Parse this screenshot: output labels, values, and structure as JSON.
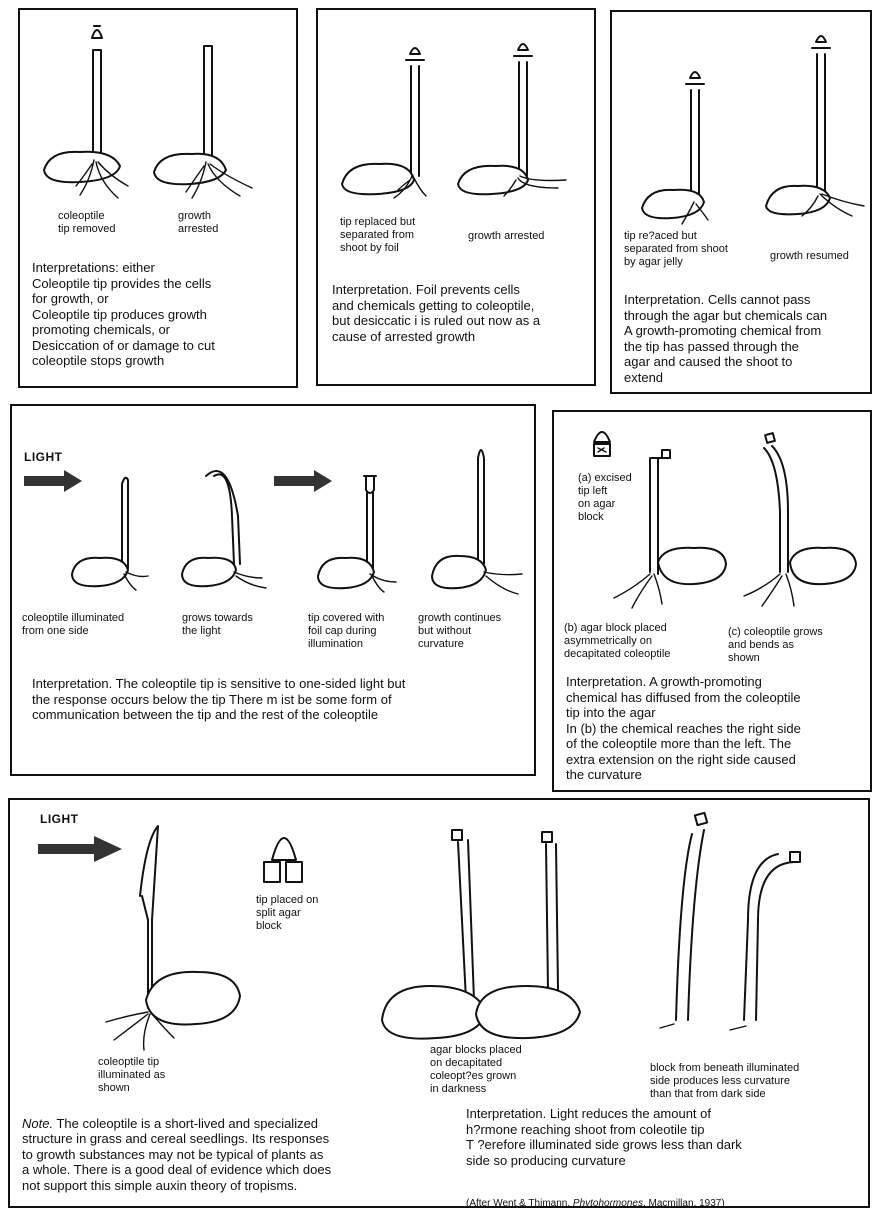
{
  "panel1": {
    "label_left": "coleoptile\ntip removed",
    "label_right": "growth\narrested",
    "interpretation": "Interpretations: either\n    Coleoptile tip provides the cells\n    for growth, or\n    Coleoptile tip produces growth\n    promoting chemicals, or\n    Desiccation of or damage to cut\n    coleoptile stops growth"
  },
  "panel2": {
    "label_left": "tip replaced but\nseparated from\nshoot by foil",
    "label_right": "growth arrested",
    "interpretation": "Interpretation. Foil prevents cells\nand chemicals getting to coleoptile,\nbut desiccatic i is ruled out now as a\ncause of arrested growth"
  },
  "panel3": {
    "label_left": "tip re?aced but\nseparated from shoot\nby agar jelly",
    "label_right": "growth resumed",
    "interpretation": "Interpretation. Cells cannot pass\nthrough the agar but chemicals can\nA growth-promoting chemical from\nthe tip has passed through the\nagar and caused the shoot to\nextend"
  },
  "panel4": {
    "light": "LIGHT",
    "label_1": "coleoptile illuminated\nfrom one side",
    "label_2": "grows towards\nthe light",
    "label_3": "tip covered with\nfoil cap during\nillumination",
    "label_4": "growth continues\nbut without\ncurvature",
    "interpretation": "Interpretation. The coleoptile tip is sensitive to one-sided light but\nthe response occurs below the tip  There m ist be some form of\ncommunication between the tip and the rest of the coleoptile"
  },
  "panel5": {
    "label_a": "(a) excised\ntip left\non agar\nblock",
    "label_b": "(b) agar block placed\nasymmetrically on\ndecapitated coleoptile",
    "label_c": "(c) coleoptile grows\nand bends as\nshown",
    "interpretation": "Interpretation. A growth-promoting\nchemical has diffused from the coleoptile\ntip into the agar\nIn (b) the chemical reaches the right side\nof the coleoptile more than the left. The\nextra extension on the right side caused\nthe curvature"
  },
  "panel6": {
    "light": "LIGHT",
    "label_1": "coleoptile tip\nilluminated as\nshown",
    "label_2": "tip placed on\nsplit agar\nblock",
    "label_3": "agar blocks placed\non decapitated\ncoleopt?es grown\nin darkness",
    "label_4": "block from beneath illuminated\nside produces less curvature\nthan that from dark side",
    "note_lead": "Note.",
    "note": " The coleoptile is a short-lived and specialized\nstructure in grass and cereal seedlings. Its responses\nto growth substances may not be typical of plants as\na whole. There is a good deal of evidence which does\nnot support this simple auxin theory of tropisms.",
    "interpretation": "Interpretation. Light reduces the amount of\nh?rmone reaching shoot from coleotile tip\nT ?erefore illuminated side grows less than dark\nside so producing curvature",
    "credit_pre": "(After Went & Thimann, ",
    "credit_italic": "Phytohormones",
    "credit_post": ", Macmillan, 1937)"
  }
}
